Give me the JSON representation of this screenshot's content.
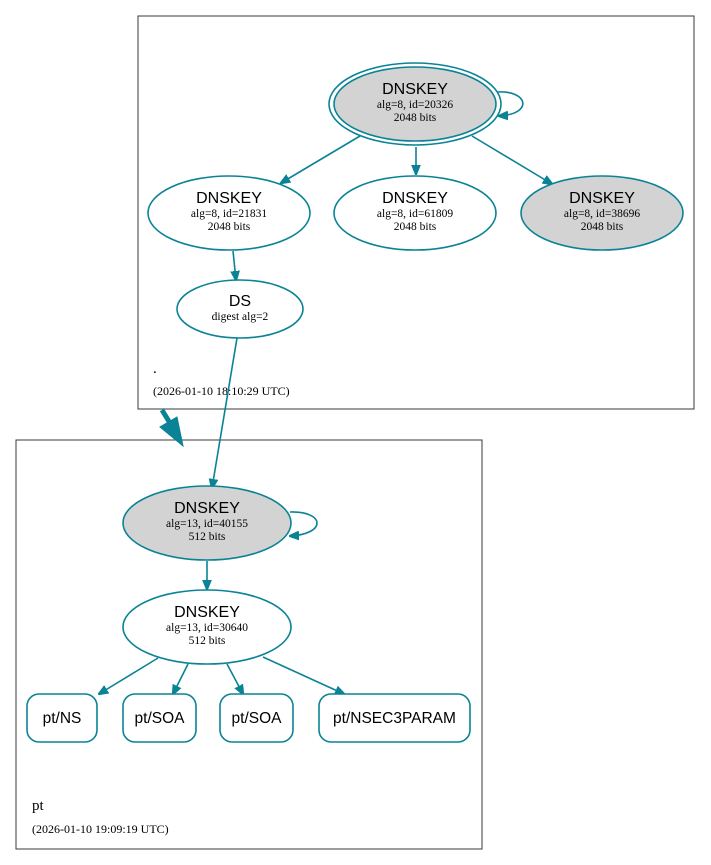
{
  "colors": {
    "edge": "#0a8396",
    "node_fill_gray": "#d3d3d3",
    "node_fill_white": "#ffffff",
    "zone_border": "#3a3a3a"
  },
  "zones": {
    "root": {
      "name": ".",
      "timestamp": "(2026-01-10 18:10:29 UTC)"
    },
    "pt": {
      "name": "pt",
      "timestamp": "(2026-01-10 19:09:19 UTC)"
    }
  },
  "nodes": {
    "root_ksk": {
      "title": "DNSKEY",
      "line1": "alg=8, id=20326",
      "line2": "2048 bits",
      "fill": "gray",
      "trust_anchor": true
    },
    "root_zsk_21831": {
      "title": "DNSKEY",
      "line1": "alg=8, id=21831",
      "line2": "2048 bits",
      "fill": "white"
    },
    "root_zsk_61809": {
      "title": "DNSKEY",
      "line1": "alg=8, id=61809",
      "line2": "2048 bits",
      "fill": "white"
    },
    "root_key_38696": {
      "title": "DNSKEY",
      "line1": "alg=8, id=38696",
      "line2": "2048 bits",
      "fill": "gray"
    },
    "pt_ds": {
      "title": "DS",
      "line1": "digest alg=2"
    },
    "pt_ksk": {
      "title": "DNSKEY",
      "line1": "alg=13, id=40155",
      "line2": "512 bits",
      "fill": "gray"
    },
    "pt_zsk": {
      "title": "DNSKEY",
      "line1": "alg=13, id=30640",
      "line2": "512 bits",
      "fill": "white"
    }
  },
  "records": {
    "rr_ns": "pt/NS",
    "rr_soa_1": "pt/SOA",
    "rr_soa_2": "pt/SOA",
    "rr_nsec3param": "pt/NSEC3PARAM"
  }
}
